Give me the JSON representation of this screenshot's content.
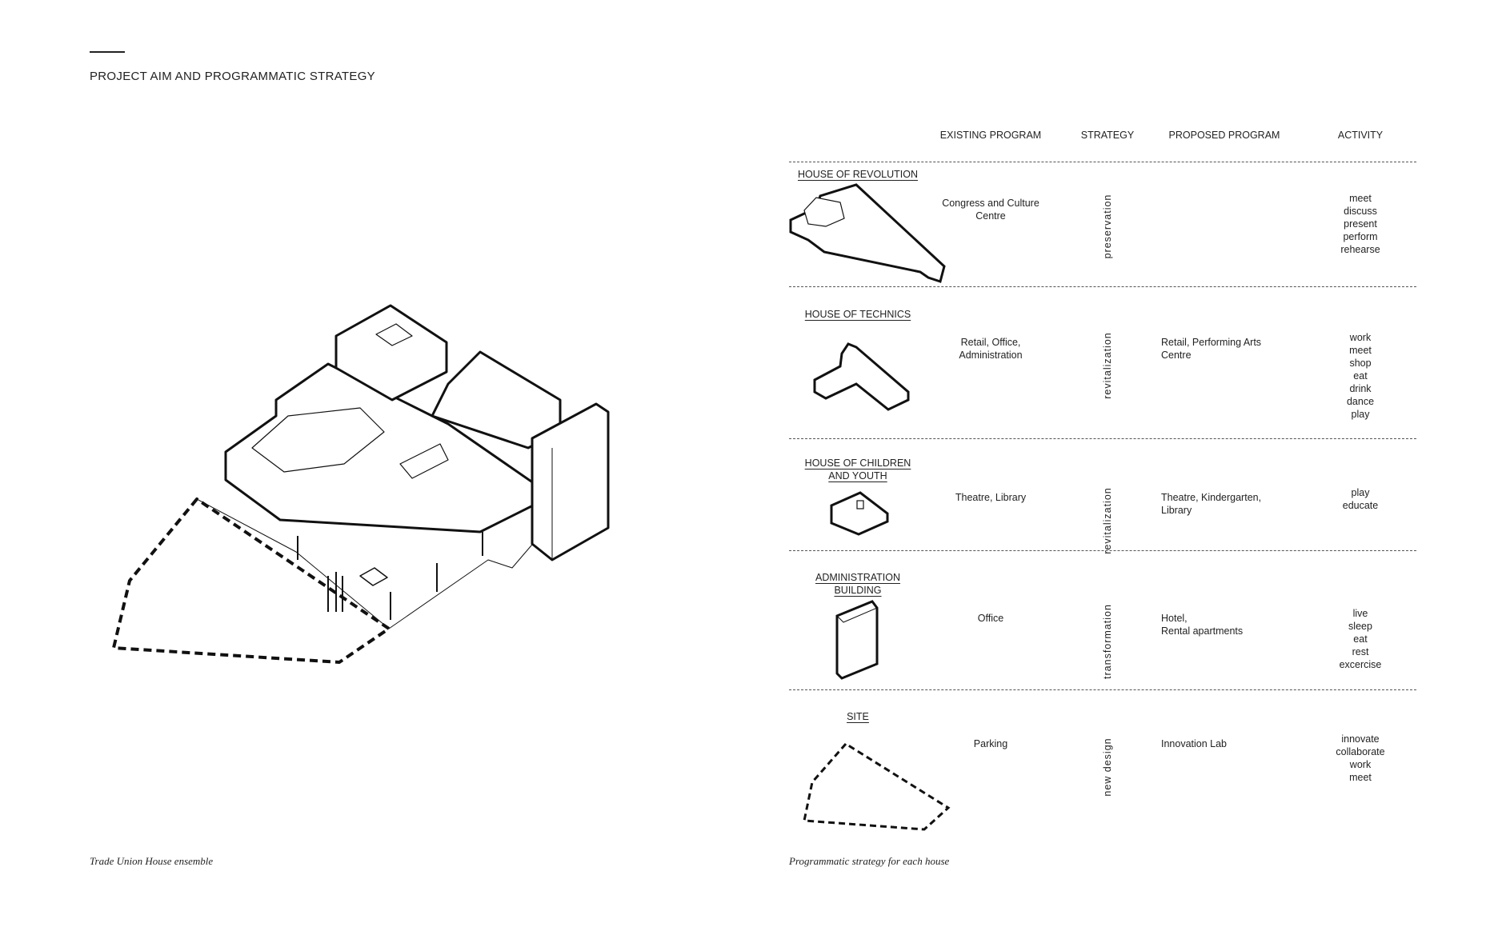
{
  "page_title": "PROJECT AIM AND PROGRAMMATIC STRATEGY",
  "left_caption": "Trade Union House ensemble",
  "right_caption": "Programmatic strategy for each house",
  "table": {
    "headers": [
      "EXISTING PROGRAM",
      "STRATEGY",
      "PROPOSED PROGRAM",
      "ACTIVITY"
    ],
    "rows": [
      {
        "house": "HOUSE OF REVOLUTION",
        "existing": "Congress and Culture\nCentre",
        "strategy": "preservation",
        "proposed": "",
        "activity": "meet\ndiscuss\npresent\nperform\nrehearse"
      },
      {
        "house": "HOUSE OF TECHNICS",
        "existing": "Retail, Office,\nAdministration",
        "strategy": "revitalization",
        "proposed": "Retail, Performing Arts\nCentre",
        "activity": "work\nmeet\nshop\neat\ndrink\ndance\nplay"
      },
      {
        "house": "HOUSE OF CHILDREN\nAND YOUTH",
        "existing": "Theatre, Library",
        "strategy": "revitalization",
        "proposed": "Theatre, Kindergarten,\nLibrary",
        "activity": "play\neducate"
      },
      {
        "house": "ADMINISTRATION\nBUILDING",
        "existing": "Office",
        "strategy": "transformation",
        "proposed": "Hotel,\nRental apartments",
        "activity": "live\nsleep\neat\nrest\nexcercise"
      },
      {
        "house": "SITE",
        "existing": "Parking",
        "strategy": "new design",
        "proposed": "Innovation Lab",
        "activity": "innovate\ncollaborate\nwork\nmeet"
      }
    ]
  }
}
